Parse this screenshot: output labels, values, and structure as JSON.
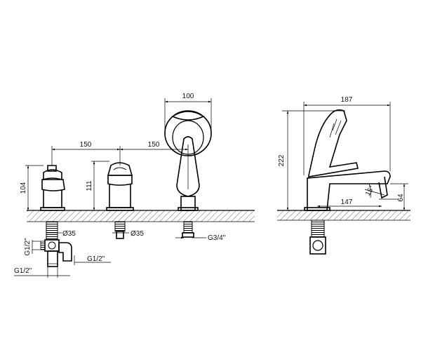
{
  "dimensions": {
    "hand_shower_width": "100",
    "spacing_left": "150",
    "spacing_right": "150",
    "spout_length": "187",
    "height_total": "222",
    "height_left_valve": "104",
    "height_right_valve": "111",
    "diameter_left": "Ø35",
    "diameter_middle": "Ø35",
    "thread_hand_shower": "G3/4\"",
    "thread_vertical": "G1/2\"",
    "thread_side": "G1/2\"",
    "thread_bottom": "G1/2\"",
    "reach_from_deck": "147",
    "spout_angle": "15°",
    "spout_outlet_height": "64"
  },
  "colors": {
    "line": "#000000",
    "background": "#ffffff"
  }
}
